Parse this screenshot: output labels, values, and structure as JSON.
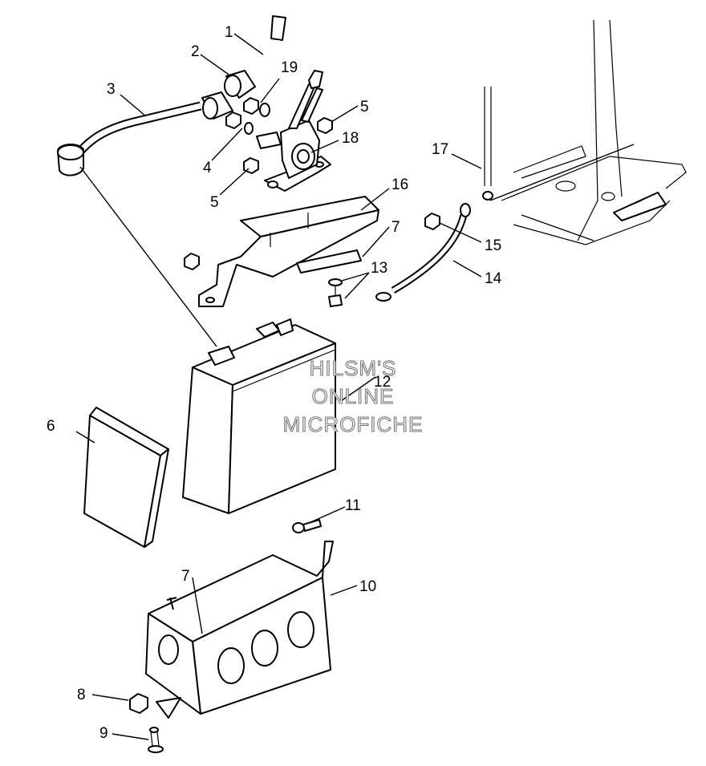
{
  "callouts": [
    "1",
    "2",
    "3",
    "4",
    "5",
    "5",
    "6",
    "7",
    "7",
    "8",
    "9",
    "10",
    "11",
    "12",
    "13",
    "14",
    "15",
    "16",
    "17",
    "18",
    "19"
  ],
  "watermark": [
    "HILSM'S",
    "ONLINE",
    "MICROFICHE"
  ],
  "colors": {
    "line": "#000000",
    "background": "#ffffff",
    "watermark_outline": "#777777"
  }
}
